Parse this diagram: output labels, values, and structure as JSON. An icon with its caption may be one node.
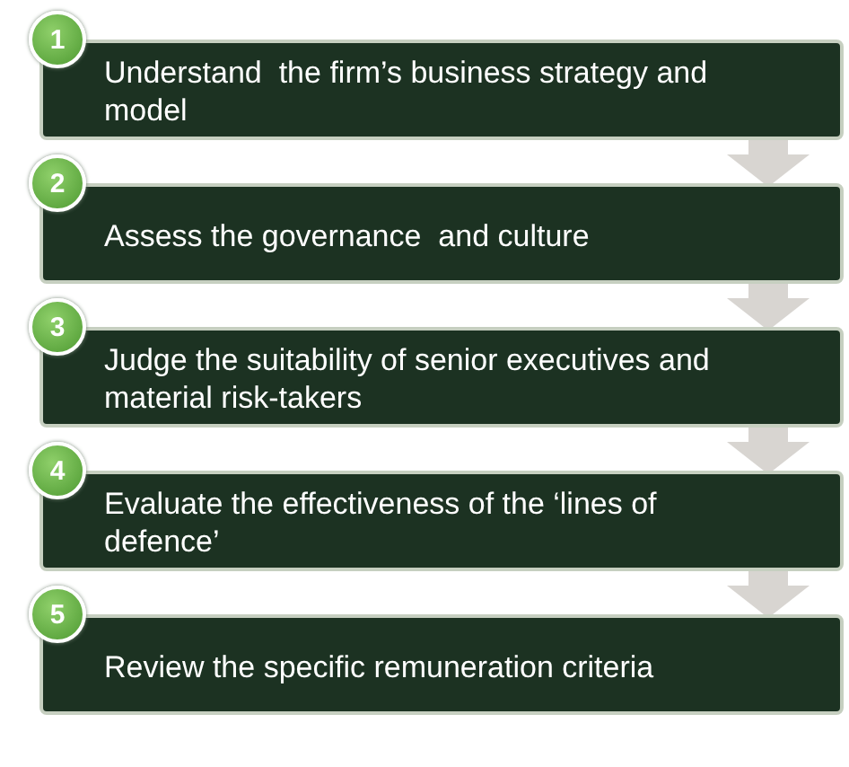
{
  "diagram": {
    "nodes": [
      {
        "text": [
          "1"
        ]
      },
      {
        "text": [
          "Understand  the firm’s business strategy and model"
        ]
      },
      {
        "text": [
          "2"
        ]
      },
      {
        "text": [
          "Assess the governance  and culture"
        ]
      },
      {
        "text": [
          "3"
        ]
      },
      {
        "text": [
          "Judge the suitability of senior executives and material risk-takers"
        ]
      },
      {
        "text": [
          "4"
        ]
      },
      {
        "text": [
          "Evaluate the effectiveness of the ‘lines of defence’"
        ]
      },
      {
        "text": [
          "5"
        ]
      },
      {
        "text": [
          "Review the specific remuneration criteria"
        ]
      }
    ],
    "edges": [
      {
        "from": 1,
        "to": 3,
        "arrow": "to"
      },
      {
        "from": 3,
        "to": 5,
        "arrow": "to"
      },
      {
        "from": 5,
        "to": 7,
        "arrow": "to"
      },
      {
        "from": 7,
        "to": 9,
        "arrow": "to"
      }
    ]
  }
}
